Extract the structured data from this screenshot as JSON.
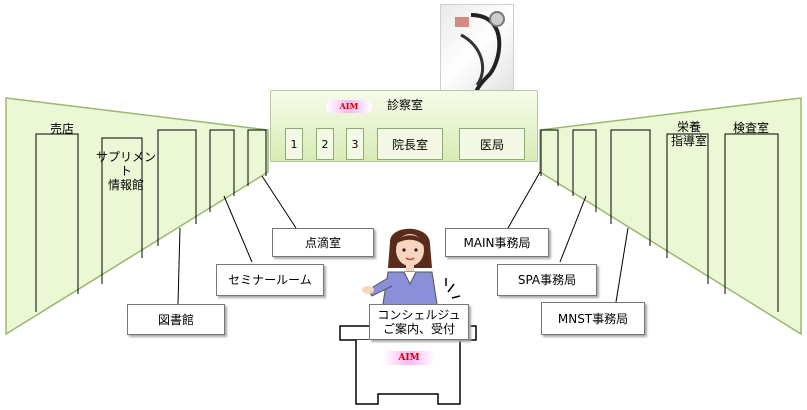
{
  "header": {
    "main_room": "診察室",
    "aim_logo_text": "AIM",
    "rooms": [
      "1",
      "2",
      "3",
      "院長室",
      "医局"
    ]
  },
  "left_wing": {
    "rooms": [
      "売店",
      "サプリメント\n情報館"
    ]
  },
  "right_wing": {
    "rooms": [
      "栄養\n指導室",
      "検査室"
    ]
  },
  "callouts": {
    "infusion": "点滴室",
    "seminar": "セミナールーム",
    "library": "図書館",
    "main_office": "MAIN事務局",
    "spa_office": "SPA事務局",
    "mnst_office": "MNST事務局",
    "concierge": "コンシェルジュ\nご案内、受付"
  },
  "desk": {
    "aim_logo_text": "AIM"
  },
  "colors": {
    "wing_fill": "#ecf7d6",
    "wing_stroke": "#9ab86f",
    "aim_red": "#d00000",
    "aim_pink": "#f8bdf3",
    "receptionist_jacket": "#8a8fd8",
    "receptionist_hair": "#5a2a1a"
  },
  "icons": [
    "stethoscope-image",
    "receptionist-illustration"
  ]
}
